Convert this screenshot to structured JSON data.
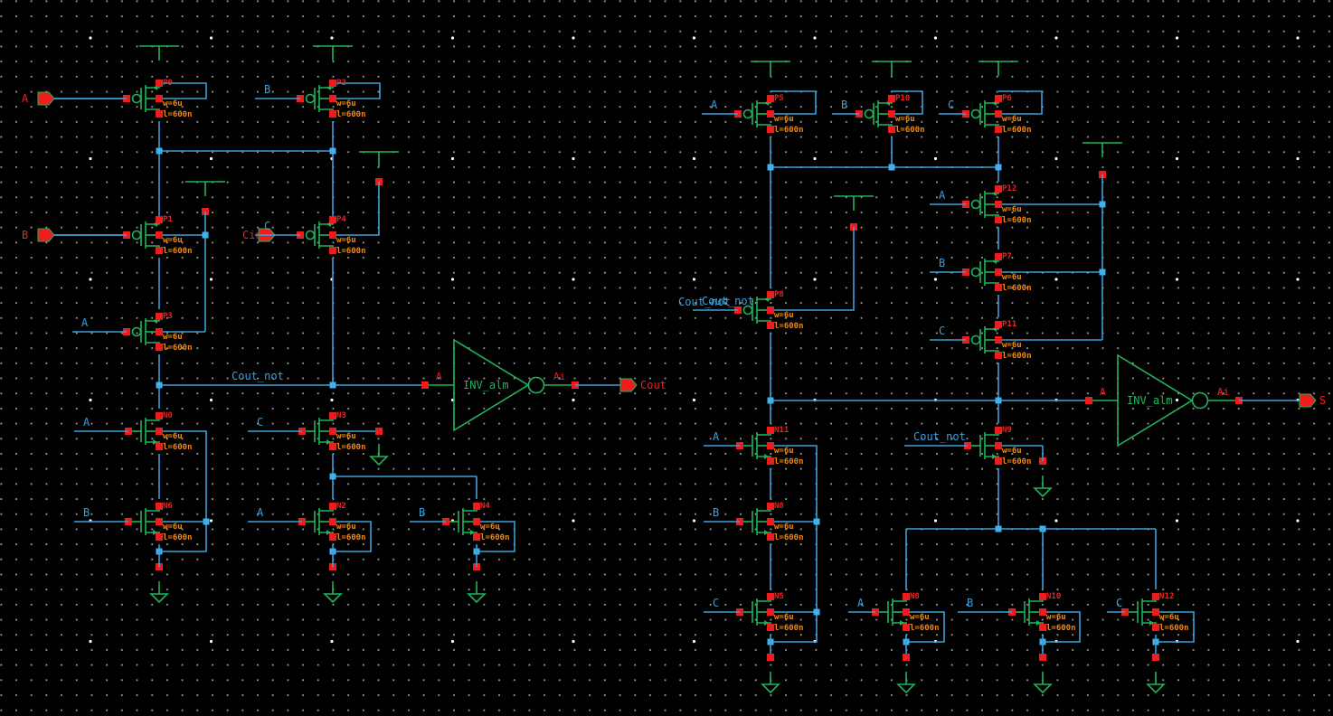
{
  "app": {
    "type": "schematic-editor",
    "background": "#000000"
  },
  "colors": {
    "wire": "#3d9fdb",
    "symbol": "#1fb45a",
    "pin": "#ee1c1c",
    "param": "#f08a14",
    "grid": "#9a9a9a"
  },
  "carry_circuit": {
    "ports": {
      "A": "A",
      "B": "B",
      "Cin": "Cin",
      "Cout": "Cout"
    },
    "net_cout_not": "Cout_not",
    "transistors": [
      {
        "name": "P0",
        "type": "pmos",
        "gate": "A",
        "w": "w=6u",
        "l": "l=600n"
      },
      {
        "name": "P2",
        "type": "pmos",
        "gate": "B",
        "w": "w=6u",
        "l": "l=600n"
      },
      {
        "name": "P1",
        "type": "pmos",
        "gate": "B",
        "w": "w=6u",
        "l": "l=600n"
      },
      {
        "name": "P4",
        "type": "pmos",
        "gate": "C",
        "w": "w=6u",
        "l": "l=600n"
      },
      {
        "name": "P3",
        "type": "pmos",
        "gate": "A",
        "w": "w=6u",
        "l": "l=600n"
      },
      {
        "name": "N0",
        "type": "nmos",
        "gate": "A",
        "w": "w=6u",
        "l": "l=600n"
      },
      {
        "name": "N3",
        "type": "nmos",
        "gate": "C",
        "w": "w=6u",
        "l": "l=600n"
      },
      {
        "name": "N6",
        "type": "nmos",
        "gate": "B",
        "w": "w=6u",
        "l": "l=600n"
      },
      {
        "name": "N2",
        "type": "nmos",
        "gate": "A",
        "w": "w=6u",
        "l": "l=600n"
      },
      {
        "name": "N4",
        "type": "nmos",
        "gate": "B",
        "w": "w=6u",
        "l": "l=600n"
      }
    ],
    "inverter": {
      "label": "INV_alm",
      "in_pin": "A",
      "out_pin": "Ai"
    }
  },
  "sum_circuit": {
    "ports": {
      "S": "S"
    },
    "net_cout_not": "Cout_not",
    "transistors": [
      {
        "name": "P5",
        "type": "pmos",
        "gate": "A",
        "w": "w=6u",
        "l": "l=600n"
      },
      {
        "name": "P10",
        "type": "pmos",
        "gate": "B",
        "w": "w=6u",
        "l": "l=600n"
      },
      {
        "name": "P6",
        "type": "pmos",
        "gate": "C",
        "w": "w=6u",
        "l": "l=600n"
      },
      {
        "name": "P12",
        "type": "pmos",
        "gate": "A",
        "w": "w=6u",
        "l": "l=600n"
      },
      {
        "name": "P7",
        "type": "pmos",
        "gate": "B",
        "w": "w=6u",
        "l": "l=600n"
      },
      {
        "name": "P11",
        "type": "pmos",
        "gate": "C",
        "w": "w=6u",
        "l": "l=600n"
      },
      {
        "name": "P8",
        "type": "pmos",
        "gate": "Cout_not",
        "w": "w=6u",
        "l": "l=600n"
      },
      {
        "name": "N11",
        "type": "nmos",
        "gate": "A",
        "w": "w=6u",
        "l": "l=600n"
      },
      {
        "name": "N8",
        "type": "nmos",
        "gate": "B",
        "w": "w=6u",
        "l": "l=600n"
      },
      {
        "name": "N5",
        "type": "nmos",
        "gate": "C",
        "w": "w=6u",
        "l": "l=600n"
      },
      {
        "name": "N9",
        "type": "nmos",
        "gate": "Cout_not",
        "w": "w=6u",
        "l": "l=600n"
      },
      {
        "name": "N8b",
        "label": "N8",
        "type": "nmos",
        "gate": "A",
        "w": "w=6u",
        "l": "l=600n"
      },
      {
        "name": "N10",
        "type": "nmos",
        "gate": "B",
        "w": "w=6u",
        "l": "l=600n"
      },
      {
        "name": "N12",
        "type": "nmos",
        "gate": "C",
        "w": "w=6u",
        "l": "l=600n"
      }
    ],
    "inverter": {
      "label": "INV_alm",
      "in_pin": "A",
      "out_pin": "Ai"
    }
  }
}
